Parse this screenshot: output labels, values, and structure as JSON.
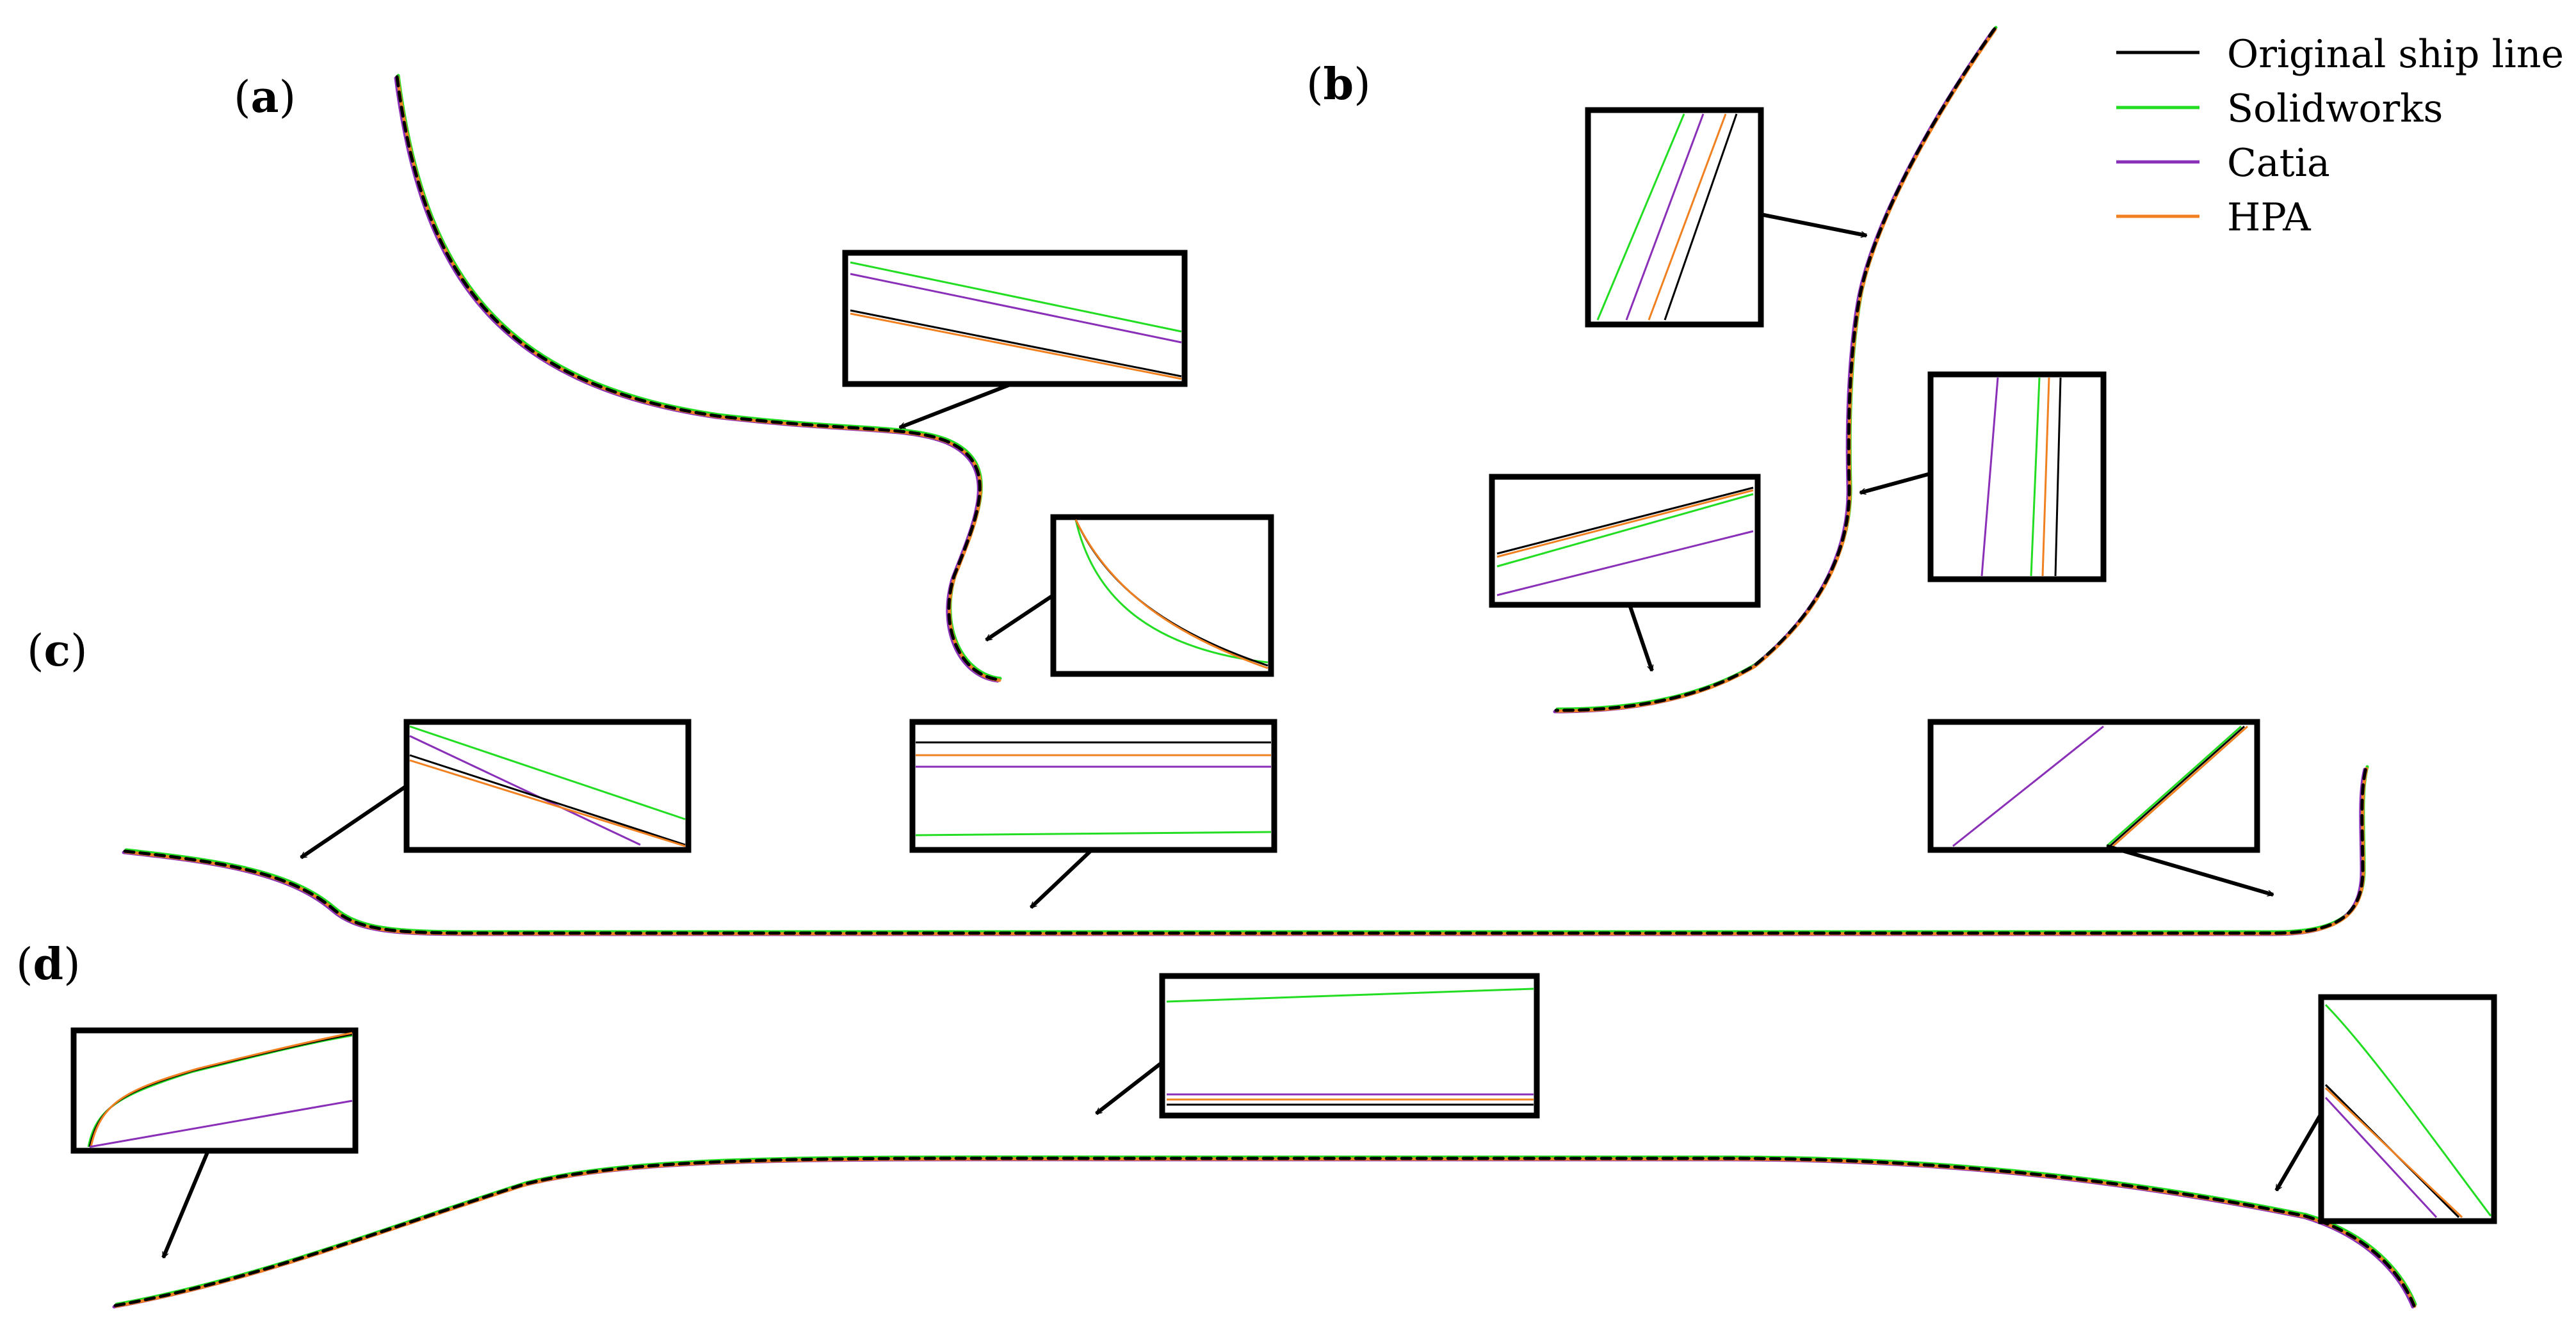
{
  "legend": {
    "items": [
      {
        "label": "Original ship line",
        "color": "#000000"
      },
      {
        "label": "Solidworks",
        "color": "#22dd22"
      },
      {
        "label": "Catia",
        "color": "#8a2fb8"
      },
      {
        "label": "HPA",
        "color": "#f08020"
      }
    ]
  },
  "panels": {
    "a": {
      "open": "(",
      "letter": "a",
      "close": ")"
    },
    "b": {
      "open": "(",
      "letter": "b",
      "close": ")"
    },
    "c": {
      "open": "(",
      "letter": "c",
      "close": ")"
    },
    "d": {
      "open": "(",
      "letter": "d",
      "close": ")"
    }
  },
  "colors": {
    "original": "#000000",
    "solidworks": "#22dd22",
    "catia": "#8a2fb8",
    "hpa": "#f08020"
  }
}
